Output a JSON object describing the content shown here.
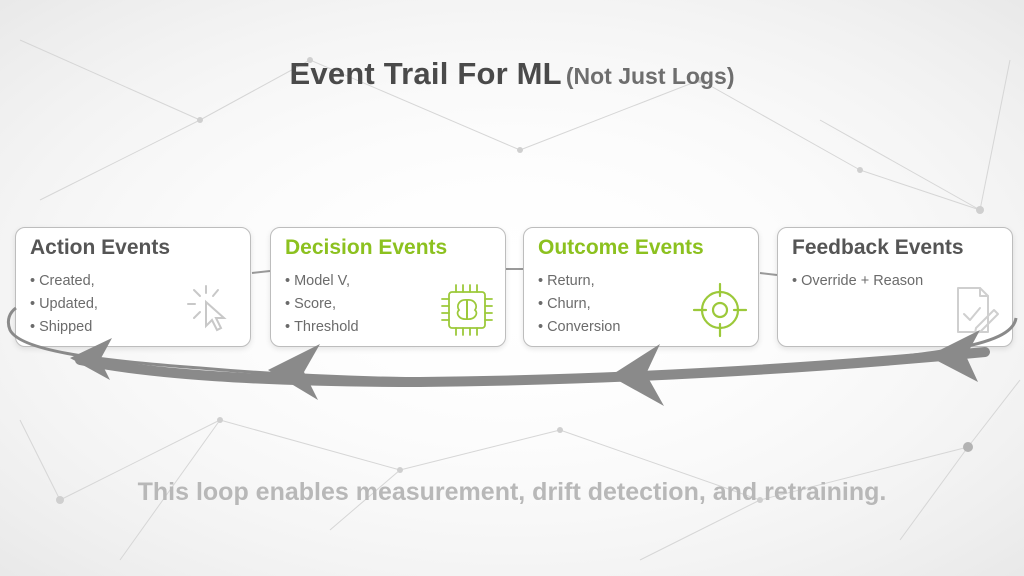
{
  "title": {
    "main": "Event Trail For ML",
    "sub": "(Not Just Logs)"
  },
  "colors": {
    "gray_title": "#555555",
    "green_title": "#8cc11f",
    "arrow": "#8a8a8a"
  },
  "cards": [
    {
      "title": "Action Events",
      "title_color": "#555555",
      "items": [
        "Created,",
        "Updated,",
        "Shipped"
      ],
      "icon": "cursor-click-icon"
    },
    {
      "title": "Decision Events",
      "title_color": "#8cc11f",
      "items": [
        "Model V,",
        "Score,",
        "Threshold"
      ],
      "icon": "brain-chip-icon"
    },
    {
      "title": "Outcome Events",
      "title_color": "#8cc11f",
      "items": [
        "Return,",
        "Churn,",
        "Conversion"
      ],
      "icon": "target-icon"
    },
    {
      "title": "Feedback Events",
      "title_color": "#555555",
      "items": [
        "Override + Reason"
      ],
      "icon": "feedback-note-icon"
    }
  ],
  "footer": "This loop enables measurement, drift detection, and retraining."
}
